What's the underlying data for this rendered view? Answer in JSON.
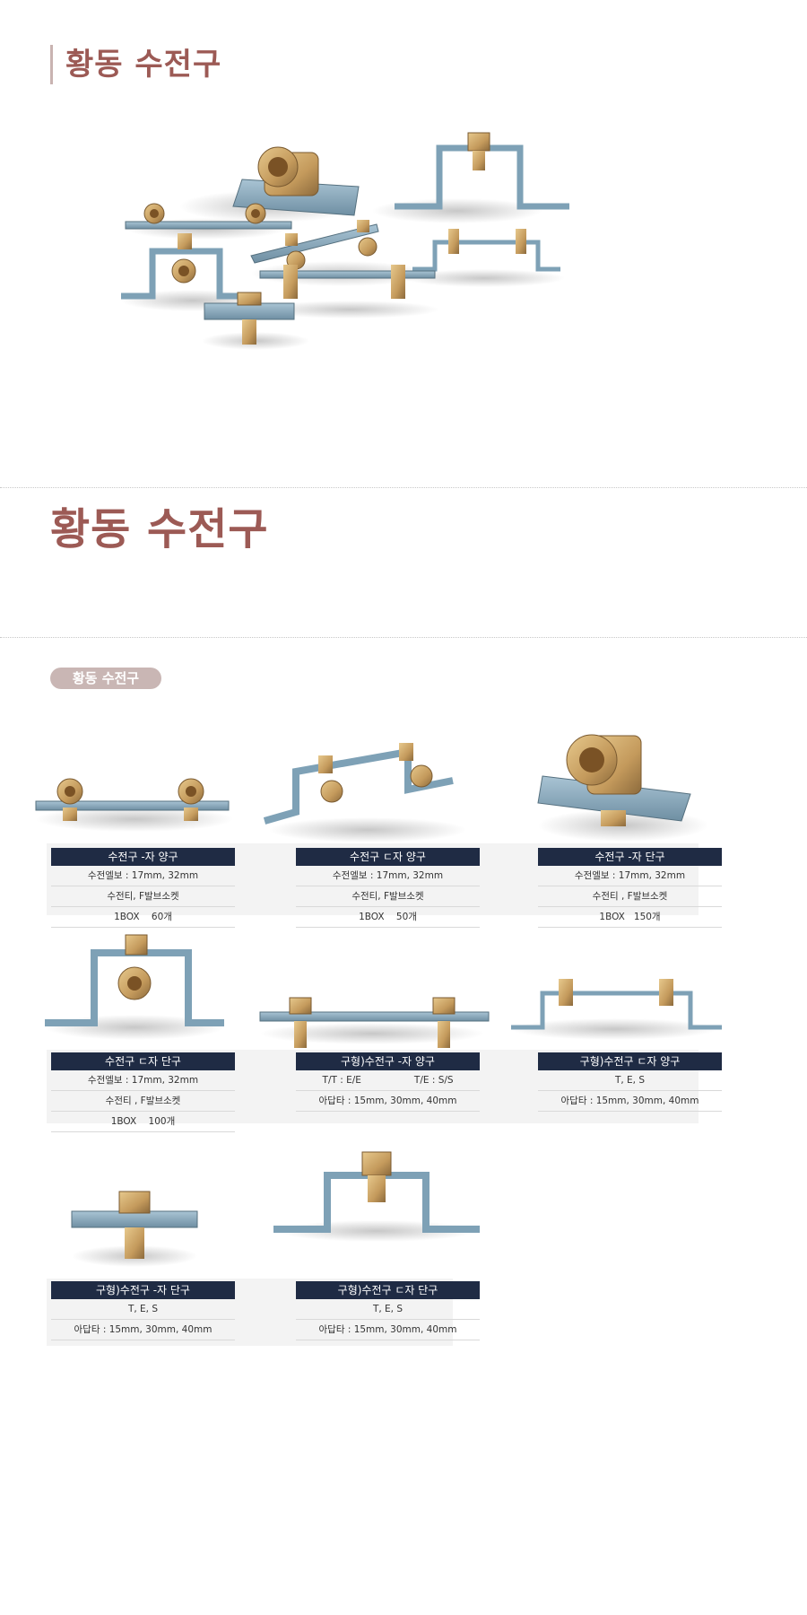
{
  "header": {
    "title": "황동 수전구"
  },
  "section": {
    "title": "황동 수전구",
    "badge": "황동 수전구"
  },
  "colors": {
    "accent": "#9c5a55",
    "badge_bg": "#c9b6b4",
    "card_header": "#1f2b44",
    "plate": "#8fb0c4",
    "brass": "#c9a36a"
  },
  "products": [
    {
      "name": "수전구 -자 양구",
      "lines": [
        "수전엘보 : 17mm, 32mm",
        "수전티, F발브소켓",
        "1BOX    60개"
      ]
    },
    {
      "name": "수전구 ㄷ자 양구",
      "lines": [
        "수전엘보 : 17mm, 32mm",
        "수전티, F발브소켓",
        "1BOX    50개"
      ]
    },
    {
      "name": "수전구 -자 단구",
      "lines": [
        "수전엘보 : 17mm, 32mm",
        "수전티 , F발브소켓",
        "1BOX   150개"
      ]
    },
    {
      "name": "수전구 ㄷ자 단구",
      "lines": [
        "수전엘보 : 17mm, 32mm",
        "수전티 , F발브소켓",
        "1BOX    100개"
      ]
    },
    {
      "name": "구형)수전구 -자 양구",
      "split": [
        "T/T : E/E",
        "T/E : S/S"
      ],
      "lines": [
        "아답타 : 15mm, 30mm, 40mm"
      ]
    },
    {
      "name": "구형)수전구 ㄷ자 양구",
      "lines": [
        "T, E, S",
        "아답타 : 15mm, 30mm, 40mm"
      ]
    },
    {
      "name": "구형)수전구 -자 단구",
      "lines": [
        "T, E, S",
        "아답타 : 15mm, 30mm, 40mm"
      ]
    },
    {
      "name": "구형)수전구 ㄷ자 단구",
      "lines": [
        "T, E, S",
        "아답타 : 15mm, 30mm, 40mm"
      ]
    }
  ]
}
